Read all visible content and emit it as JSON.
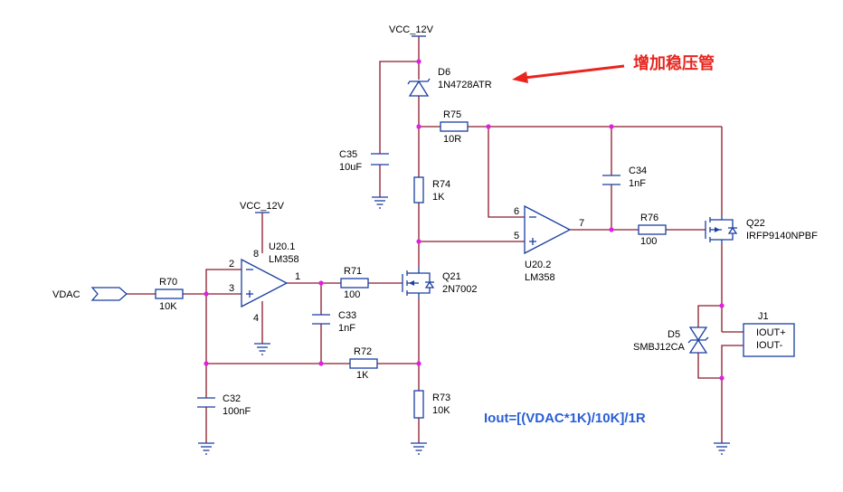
{
  "colors": {
    "wire": "#8b1a2b",
    "component": "#1a3fa0",
    "junction": "#e020e0",
    "formula": "#2a5fd6",
    "annotation": "#e8251e"
  },
  "power": {
    "vcc_top": "VCC_12V",
    "vcc_opamp": "VCC_12V"
  },
  "input": {
    "label": "VDAC"
  },
  "components": {
    "D6": {
      "ref": "D6",
      "value": "1N4728ATR"
    },
    "R75": {
      "ref": "R75",
      "value": "10R"
    },
    "C35": {
      "ref": "C35",
      "value": "10uF"
    },
    "R74": {
      "ref": "R74",
      "value": "1K"
    },
    "C34": {
      "ref": "C34",
      "value": "1nF"
    },
    "U20_2": {
      "ref": "U20.2",
      "value": "LM358",
      "pin_inv": "6",
      "pin_noninv": "5",
      "pin_out": "7"
    },
    "R76": {
      "ref": "R76",
      "value": "100"
    },
    "Q22": {
      "ref": "Q22",
      "value": "IRFP9140NPBF"
    },
    "U20_1": {
      "ref": "U20.1",
      "value": "LM358",
      "pin_vcc": "8",
      "pin_inv": "2",
      "pin_noninv": "3",
      "pin_out": "1",
      "pin_gnd": "4"
    },
    "R70": {
      "ref": "R70",
      "value": "10K"
    },
    "R71": {
      "ref": "R71",
      "value": "100"
    },
    "Q21": {
      "ref": "Q21",
      "value": "2N7002"
    },
    "C33": {
      "ref": "C33",
      "value": "1nF"
    },
    "R72": {
      "ref": "R72",
      "value": "1K"
    },
    "J1": {
      "ref": "J1",
      "pin1": "IOUT+",
      "pin2": "IOUT-"
    },
    "D5": {
      "ref": "D5",
      "value": "SMBJ12CA"
    },
    "C32": {
      "ref": "C32",
      "value": "100nF"
    },
    "R73": {
      "ref": "R73",
      "value": "10K"
    }
  },
  "formula": "Iout=[(VDAC*1K)/10K]/1R",
  "annotation": "增加稳压管"
}
